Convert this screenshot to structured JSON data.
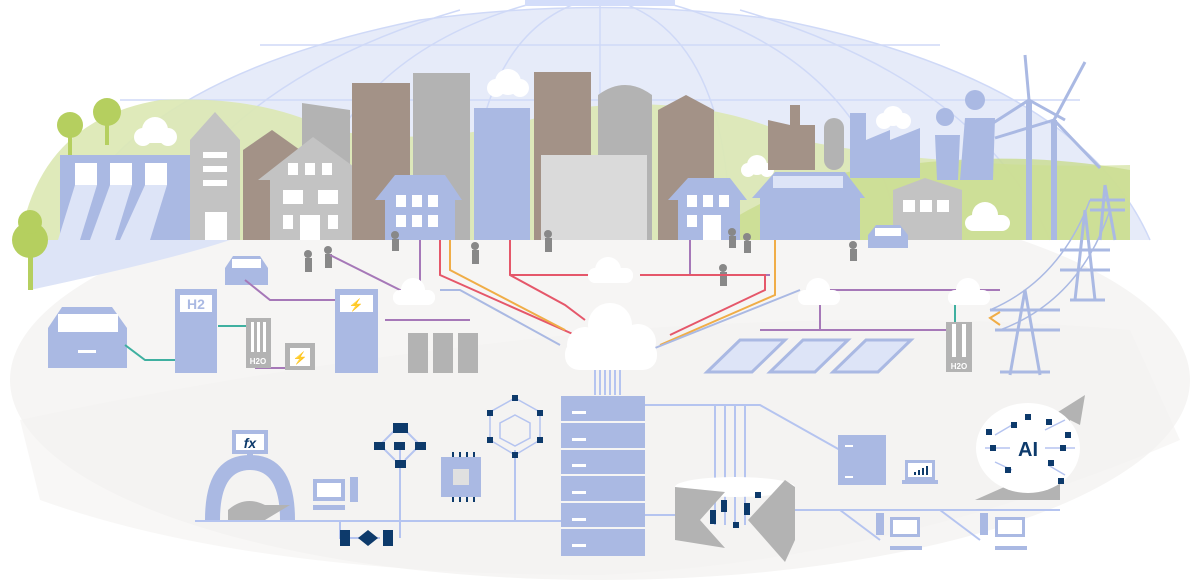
{
  "title": "Smart city energy and data network illustration",
  "labels": {
    "hydrogen_pump": "H2",
    "electrolyzer_left": "H2O",
    "electrolyzer_right": "H2O",
    "formula_screen": "fx",
    "ai_brain": "AI"
  },
  "colors": {
    "blue": "#aab9e3",
    "blue_light": "#dde4f7",
    "blue_line": "#b5c4f0",
    "navy": "#0d3a6b",
    "gray": "#b3b3b3",
    "brown": "#a39287",
    "green": "#b5cf5f",
    "green_hill": "#dbe8b3",
    "purple": "#a678b8",
    "red": "#e5576a",
    "orange": "#f0ad47",
    "teal": "#3fb0a0",
    "ground": "#f6f5f4",
    "dome": "#e6ebf9"
  },
  "sections": [
    {
      "name": "city-skyline",
      "items": [
        "hydro-dam",
        "houses",
        "office-towers",
        "data-center-building",
        "solar-house",
        "factories",
        "cooling-towers",
        "wind-turbines"
      ]
    },
    {
      "name": "energy-layer",
      "items": [
        "electric-car",
        "hydrogen-pump",
        "electrolyzer",
        "battery",
        "charging-pump",
        "battery-storage",
        "solar-panels",
        "power-pylons"
      ]
    },
    {
      "name": "data-layer",
      "items": [
        "fx-dome",
        "workstation",
        "flowchart",
        "decision-flow",
        "cpu-chip",
        "network-cube",
        "server-rack",
        "database-cylinder",
        "server",
        "laptop-chart",
        "client-computers",
        "ai-brain"
      ]
    }
  ]
}
